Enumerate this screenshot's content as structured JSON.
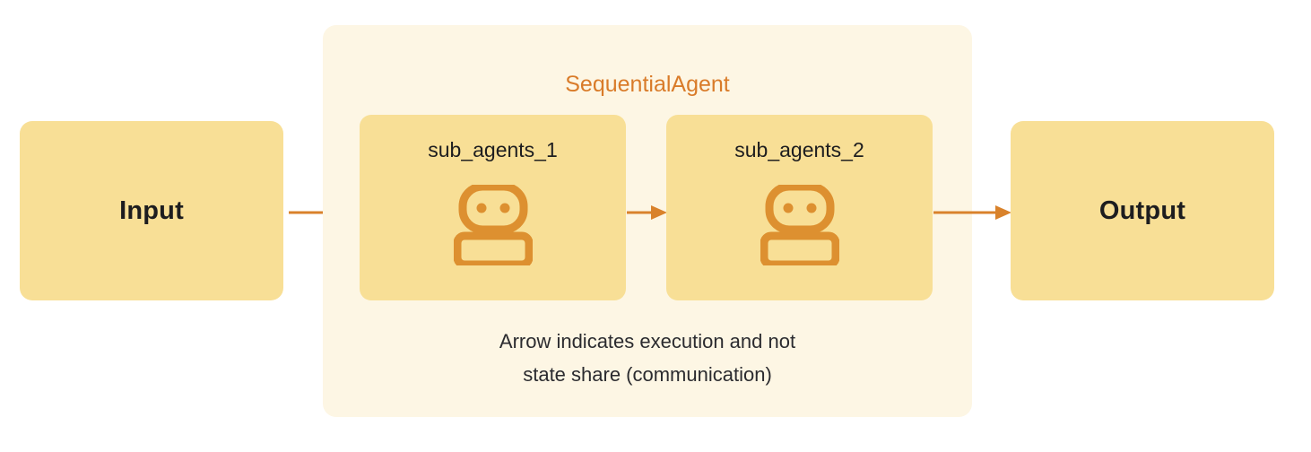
{
  "diagram": {
    "title": "SequentialAgent",
    "type": "flow-diagram",
    "colors": {
      "page_background": "#FFFFFF",
      "container_background": "#FDF6E4",
      "card_background": "#F8DF96",
      "accent_orange": "#D97B29",
      "icon_orange": "#DD9030",
      "arrow_orange": "#D9822B",
      "text_dark": "#1D1D1F"
    },
    "input": {
      "label": "Input"
    },
    "output": {
      "label": "Output"
    },
    "sequential_agent": {
      "title": "SequentialAgent",
      "caption_lines": [
        "Arrow indicates execution and not",
        "state share (communication)"
      ],
      "sub_agents": [
        {
          "label": "sub_agents_1",
          "icon": "robot-icon"
        },
        {
          "label": "sub_agents_2",
          "icon": "robot-icon"
        }
      ]
    },
    "arrows": [
      {
        "name": "input-to-sub-agents-1",
        "from": "Input",
        "to": "sub_agents_1"
      },
      {
        "name": "sub-agents-1-to-2",
        "from": "sub_agents_1",
        "to": "sub_agents_2"
      },
      {
        "name": "sub-agents-2-to-output",
        "from": "sub_agents_2",
        "to": "Output"
      }
    ]
  }
}
